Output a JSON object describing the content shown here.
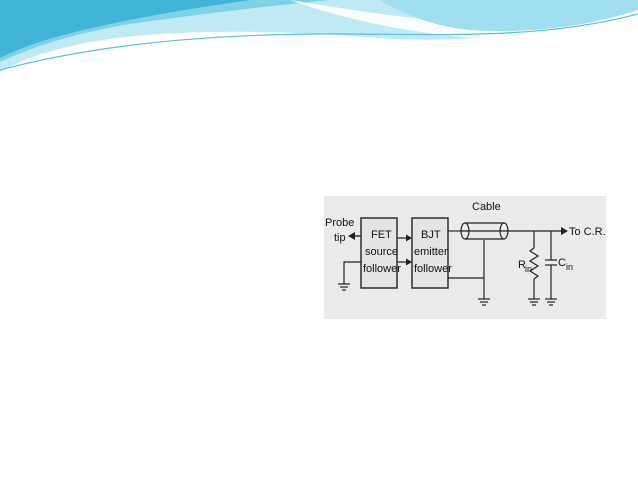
{
  "slide": {
    "theme_colors": {
      "wave_light": "#a9e4f0",
      "wave_dark": "#3ab3d6",
      "wave_mid": "#6cc9e2",
      "background": "#ffffff"
    }
  },
  "diagram": {
    "probe_label_line1": "Probe",
    "probe_label_line2": "tip",
    "fet_block": {
      "line1": "FET",
      "line2": "source",
      "line3": "follower"
    },
    "bjt_block": {
      "line1": "BJT",
      "line2": "emitter",
      "line3": "follower"
    },
    "cable_label": "Cable",
    "output_label": "To C.R.O.",
    "resistor_label": "R",
    "resistor_subscript": "in",
    "capacitor_label": "C",
    "capacitor_subscript": "in"
  }
}
